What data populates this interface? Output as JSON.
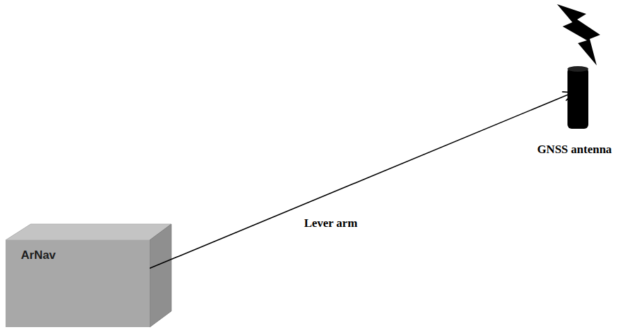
{
  "diagram": {
    "nodes": [
      {
        "text": [
          "ArNav"
        ]
      },
      {
        "text": [
          "GNSS antenna"
        ]
      }
    ],
    "edges": [
      {
        "from": 0,
        "to": 1,
        "arrow": "to",
        "label": "Lever arm"
      }
    ]
  }
}
